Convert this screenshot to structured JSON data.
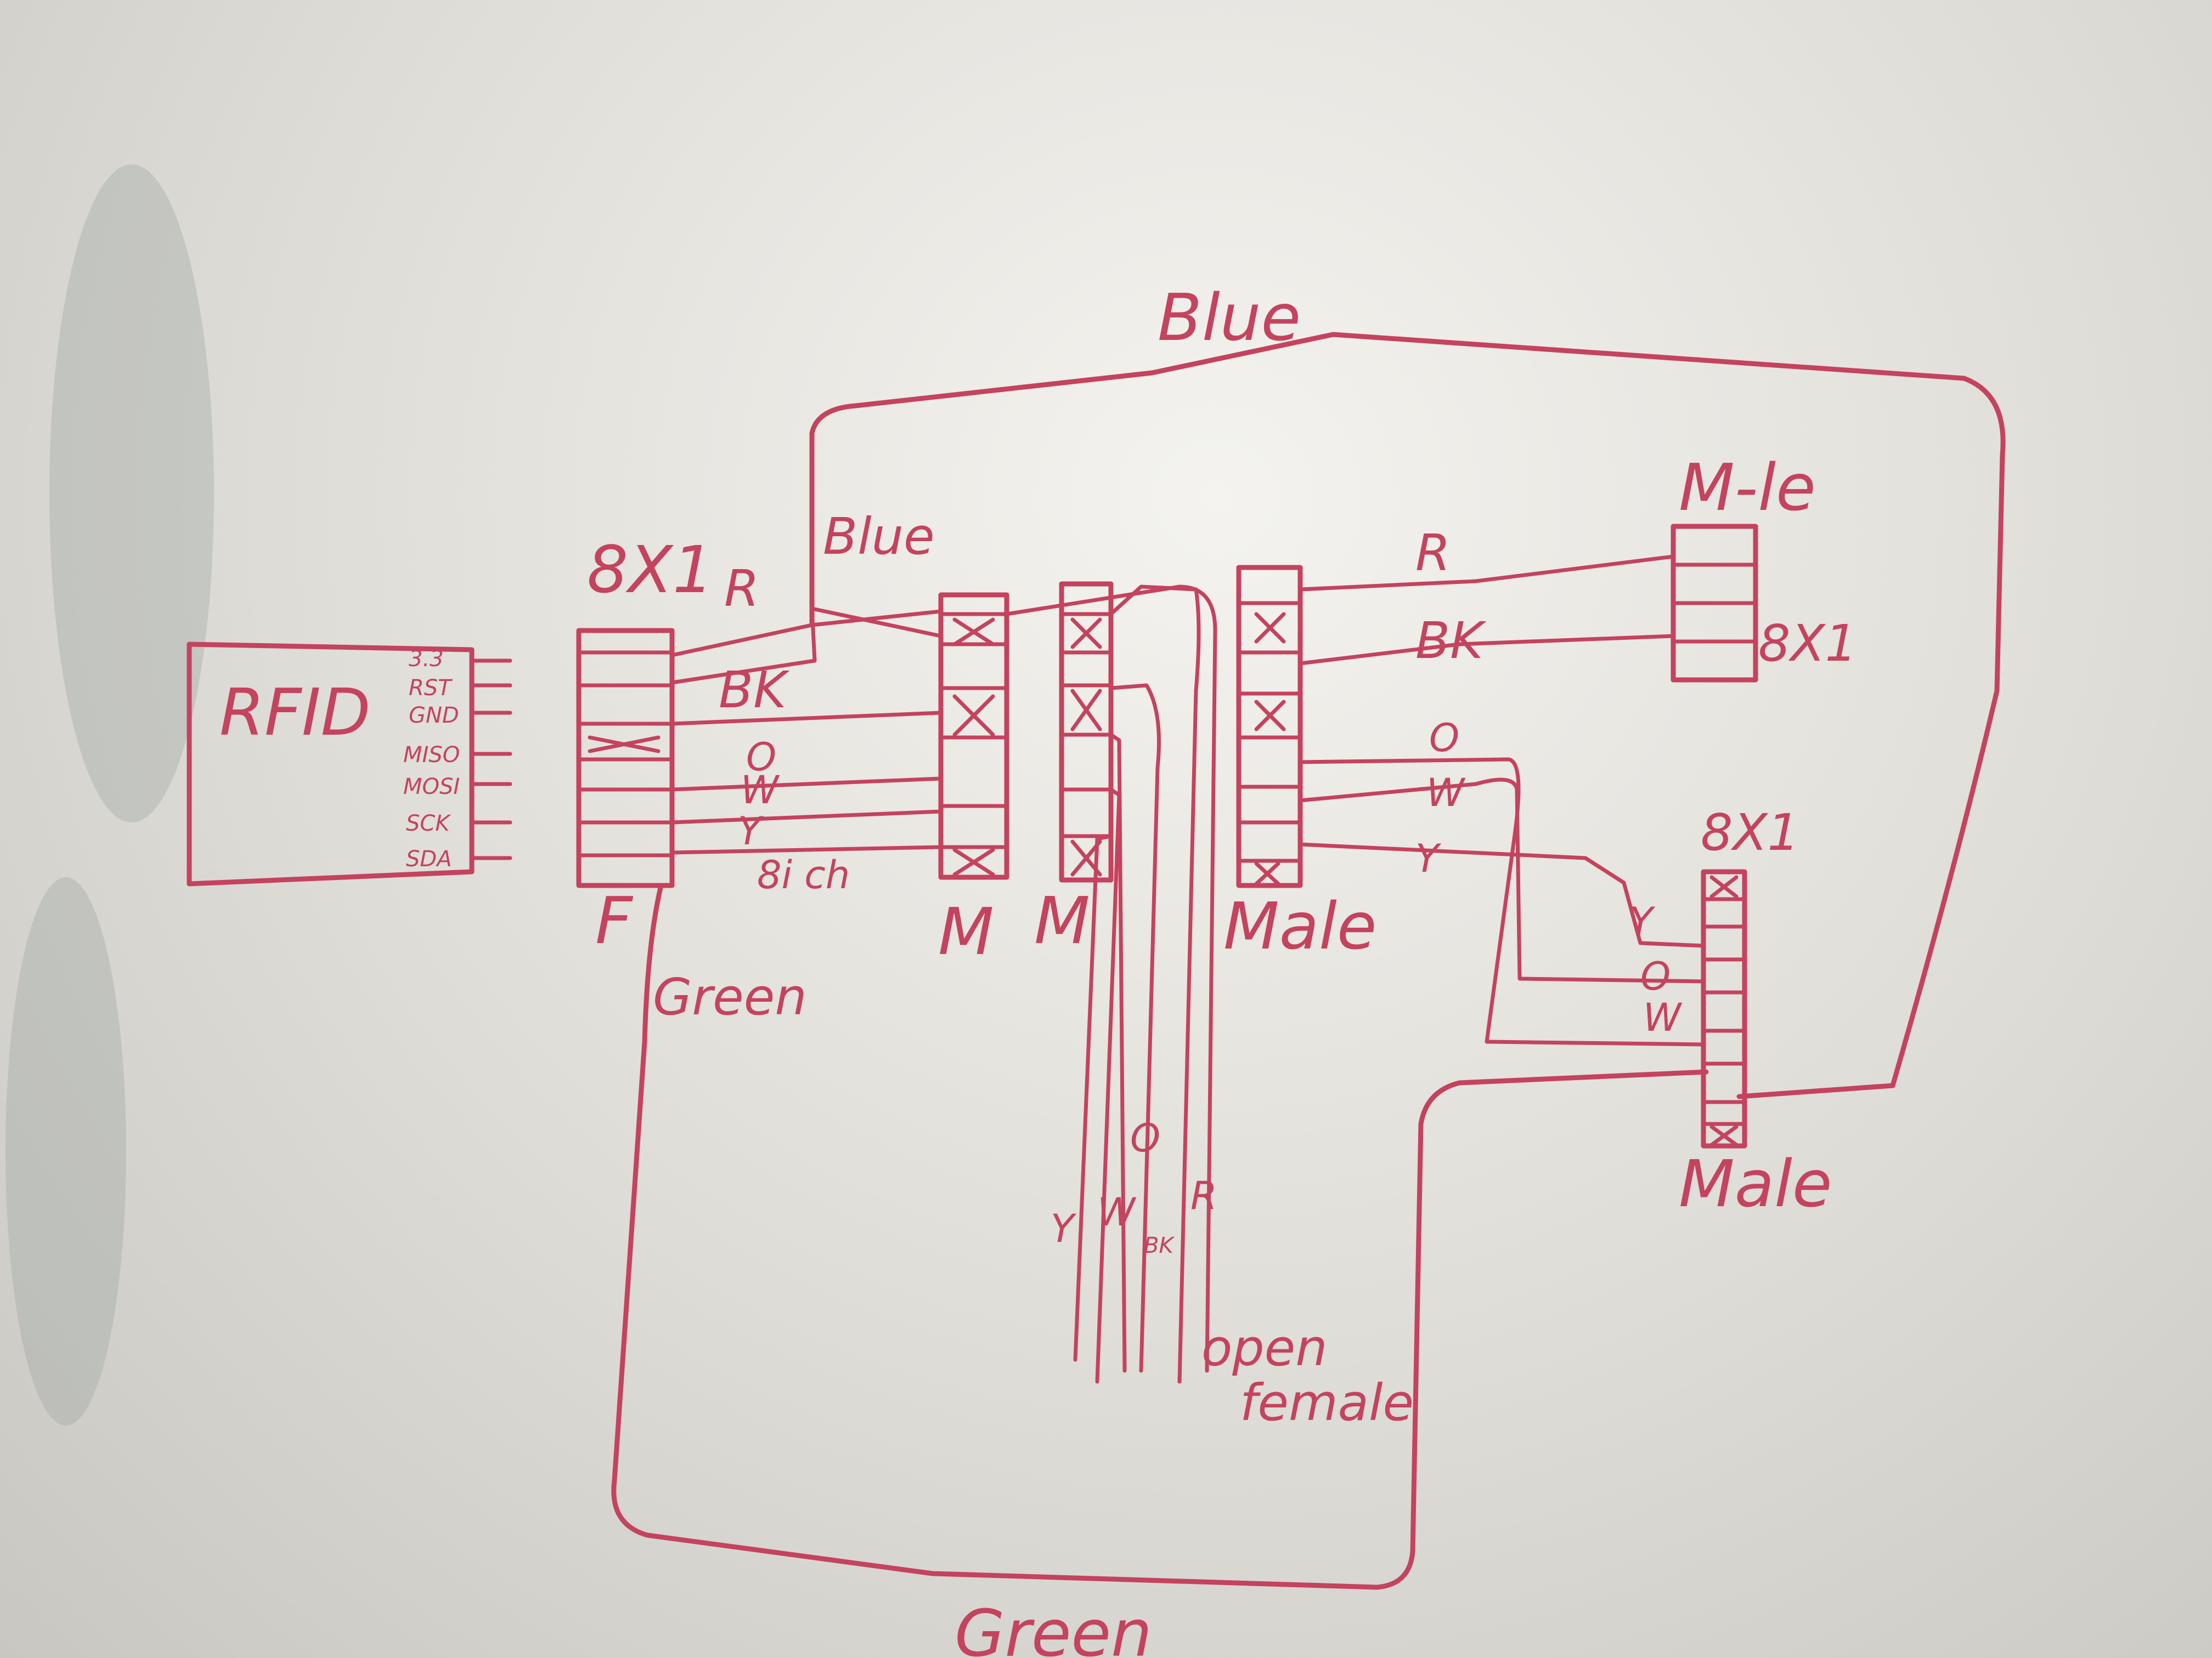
{
  "module": {
    "name": "RFID",
    "pins": [
      "3.3",
      "RST",
      "GND",
      "MISO",
      "MOSI",
      "SCK",
      "SDA"
    ]
  },
  "connectors": {
    "c1": {
      "top": "8X1",
      "bottom": "F"
    },
    "c2": {
      "bottom": "M"
    },
    "c3": {
      "bottom": "M"
    },
    "c4": {
      "bottom": "Male"
    },
    "c5": {
      "top": "M-le",
      "side": "8X1"
    },
    "c6": {
      "top": "8X1",
      "bottom": "Male"
    }
  },
  "wires": {
    "r": "R",
    "bk": "BK",
    "o": "O",
    "w": "W",
    "y": "Y",
    "blue_top": "Blue",
    "blue_left": "Blue",
    "green_left": "Green",
    "green_bottom": "Green",
    "r2": "R",
    "bk2": "BK",
    "o2": "O",
    "w2": "W",
    "y2": "Y",
    "y3": "Y",
    "o3": "O",
    "w3": "W",
    "mid_o": "O",
    "mid_y": "Y",
    "mid_w": "W",
    "mid_bk": "BK",
    "mid_r": "R",
    "extra": "8i ch"
  },
  "notes": {
    "open": "open",
    "female": "female"
  },
  "x_mark": "X"
}
